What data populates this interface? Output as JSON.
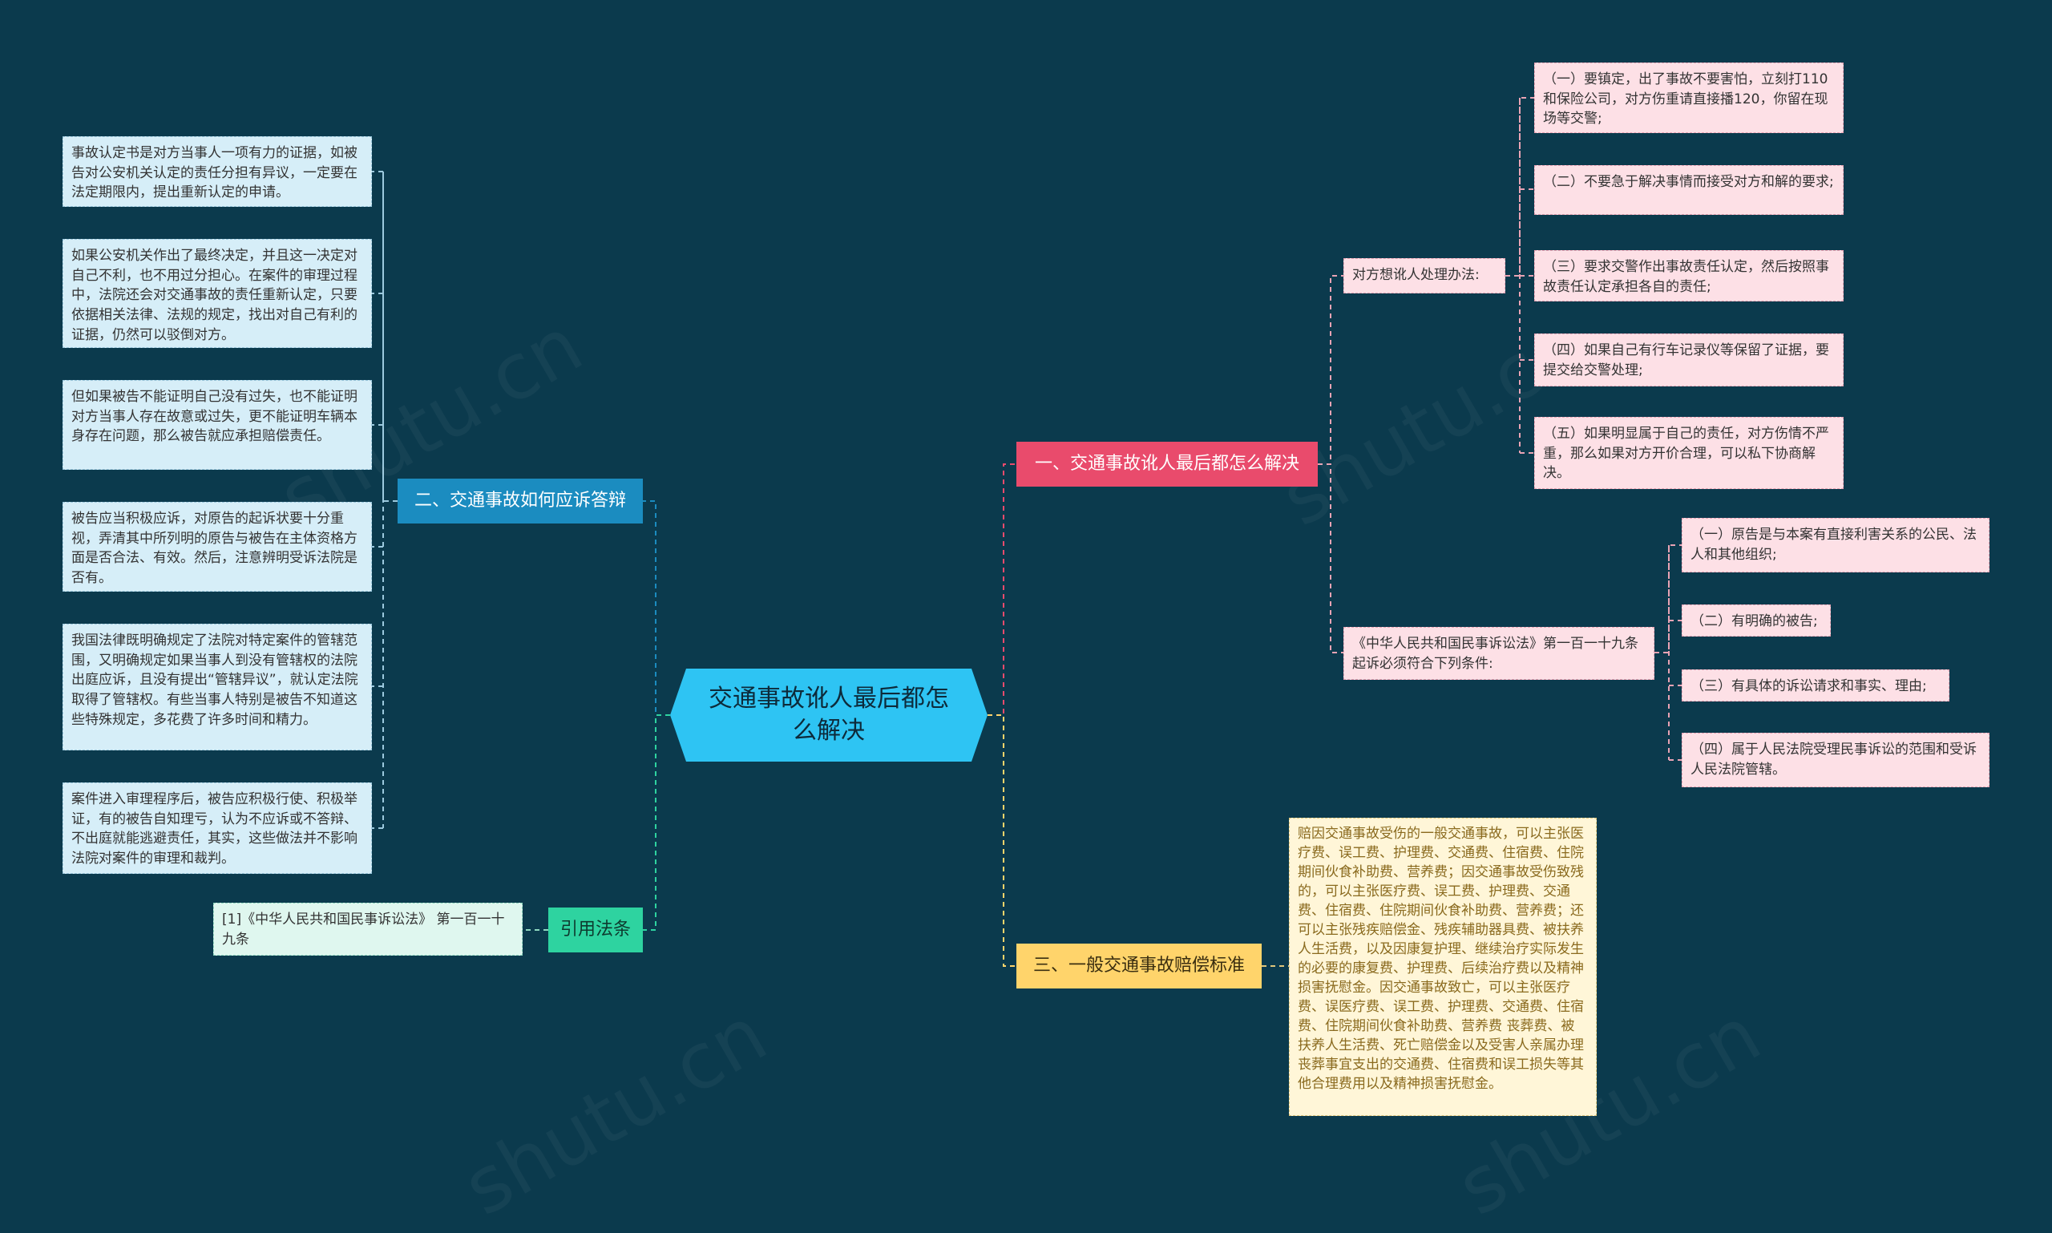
{
  "root": {
    "title": "交通事故讹人最后都怎么解决"
  },
  "branch1": {
    "title": "一、交通事故讹人最后都怎么解决",
    "sub1": {
      "title": "对方想讹人处理办法:",
      "items": [
        "（一）要镇定，出了事故不要害怕，立刻打110和保险公司，对方伤重请直接播120，你留在现场等交警;",
        "（二）不要急于解决事情而接受对方和解的要求;",
        "（三）要求交警作出事故责任认定，然后按照事故责任认定承担各自的责任;",
        "（四）如果自己有行车记录仪等保留了证据，要提交给交警处理;",
        "（五）如果明显属于自己的责任，对方伤情不严重，那么如果对方开价合理，可以私下协商解决。"
      ]
    },
    "sub2": {
      "title": "《中华人民共和国民事诉讼法》第一百一十九条 起诉必须符合下列条件:",
      "items": [
        "（一）原告是与本案有直接利害关系的公民、法人和其他组织;",
        "（二）有明确的被告;",
        "（三）有具体的诉讼请求和事实、理由;",
        "（四）属于人民法院受理民事诉讼的范围和受诉人民法院管辖。"
      ]
    }
  },
  "branch3": {
    "title": "三、一般交通事故赔偿标准",
    "text": "赔因交通事故受伤的一般交通事故，可以主张医疗费、误工费、护理费、交通费、住宿费、住院期间伙食补助费、营养费；因交通事故受伤致残的，可以主张医疗费、误工费、护理费、交通费、住宿费、住院期间伙食补助费、营养费；还可以主张残疾赔偿金、残疾辅助器具费、被扶养人生活费，以及因康复护理、继续治疗实际发生的必要的康复费、护理费、后续治疗费以及精神损害抚慰金。因交通事故致亡，可以主张医疗费、误医疗费、误工费、护理费、交通费、住宿费、住院期间伙食补助费、营养费 丧葬费、被扶养人生活费、死亡赔偿金以及受害人亲属办理丧葬事宜支出的交通费、住宿费和误工损失等其他合理费用以及精神损害抚慰金。"
  },
  "branch2": {
    "title": "二、交通事故如何应诉答辩",
    "items": [
      "事故认定书是对方当事人一项有力的证据，如被告对公安机关认定的责任分担有异议，一定要在法定期限内，提出重新认定的申请。",
      "如果公安机关作出了最终决定，并且这一决定对自己不利，也不用过分担心。在案件的审理过程中，法院还会对交通事故的责任重新认定，只要依据相关法律、法规的规定，找出对自己有利的证据，仍然可以驳倒对方。",
      "但如果被告不能证明自己没有过失，也不能证明对方当事人存在故意或过失，更不能证明车辆本身存在问题，那么被告就应承担赔偿责任。",
      "被告应当积极应诉，对原告的起诉状要十分重视，弄清其中所列明的原告与被告在主体资格方面是否合法、有效。然后，注意辨明受诉法院是否有。",
      "我国法律既明确规定了法院对特定案件的管辖范围，又明确规定如果当事人到没有管辖权的法院出庭应诉，且没有提出“管辖异议”，就认定法院取得了管辖权。有些当事人特别是被告不知道这些特殊规定，多花费了许多时间和精力。",
      "案件进入审理程序后，被告应积极行使、积极举证，有的被告自知理亏，认为不应诉或不答辩、不出庭就能逃避责任，其实，这些做法并不影响法院对案件的审理和裁判。"
    ]
  },
  "branch4": {
    "title": "引用法条",
    "items": [
      "[1]《中华人民共和国民事诉讼法》 第一百一十九条"
    ]
  },
  "colors": {
    "background": "#0b3a4d",
    "root": "#2ec4f3",
    "branch1": "#e94b6c",
    "branch2": "#1b8cc0",
    "branch3": "#ffd46b",
    "branch4": "#2ed3a0"
  }
}
